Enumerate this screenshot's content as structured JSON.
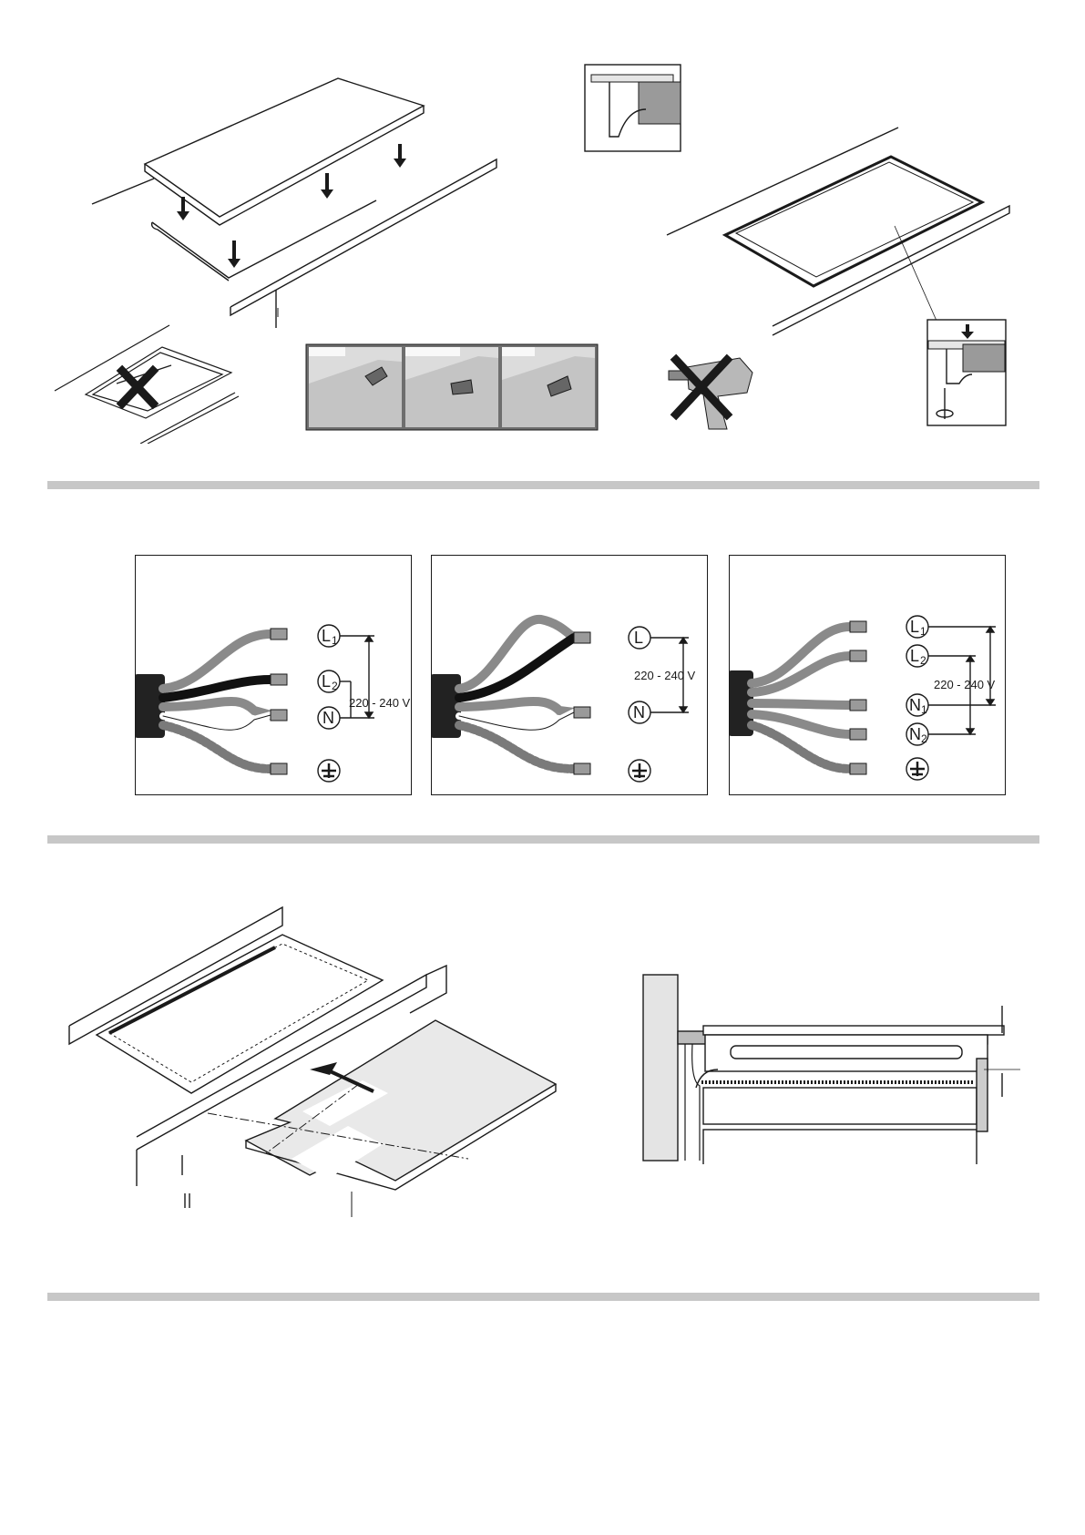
{
  "panel_a": {
    "terminals": [
      {
        "letter": "L",
        "sub": "1"
      },
      {
        "letter": "L",
        "sub": "2"
      },
      {
        "letter": "N",
        "sub": ""
      }
    ],
    "voltage": "220 - 240 V"
  },
  "panel_b": {
    "terminals": [
      {
        "letter": "L",
        "sub": ""
      },
      {
        "letter": "N",
        "sub": ""
      }
    ],
    "voltage": "220 - 240 V"
  },
  "panel_c": {
    "terminals": [
      {
        "letter": "L",
        "sub": "1"
      },
      {
        "letter": "L",
        "sub": "2"
      },
      {
        "letter": "N",
        "sub": "1"
      },
      {
        "letter": "N",
        "sub": "2"
      }
    ],
    "voltage": "220 - 240 V"
  },
  "icons": [
    "ground-symbol-icon",
    "cross-out-icon",
    "drill-icon",
    "arrow-down-icon",
    "rotate-icon"
  ],
  "colors": {
    "separator": "#c7c7c7",
    "line": "#1a1a1a",
    "cable_grey": "#8a8a8a",
    "sheath": "#222222"
  }
}
